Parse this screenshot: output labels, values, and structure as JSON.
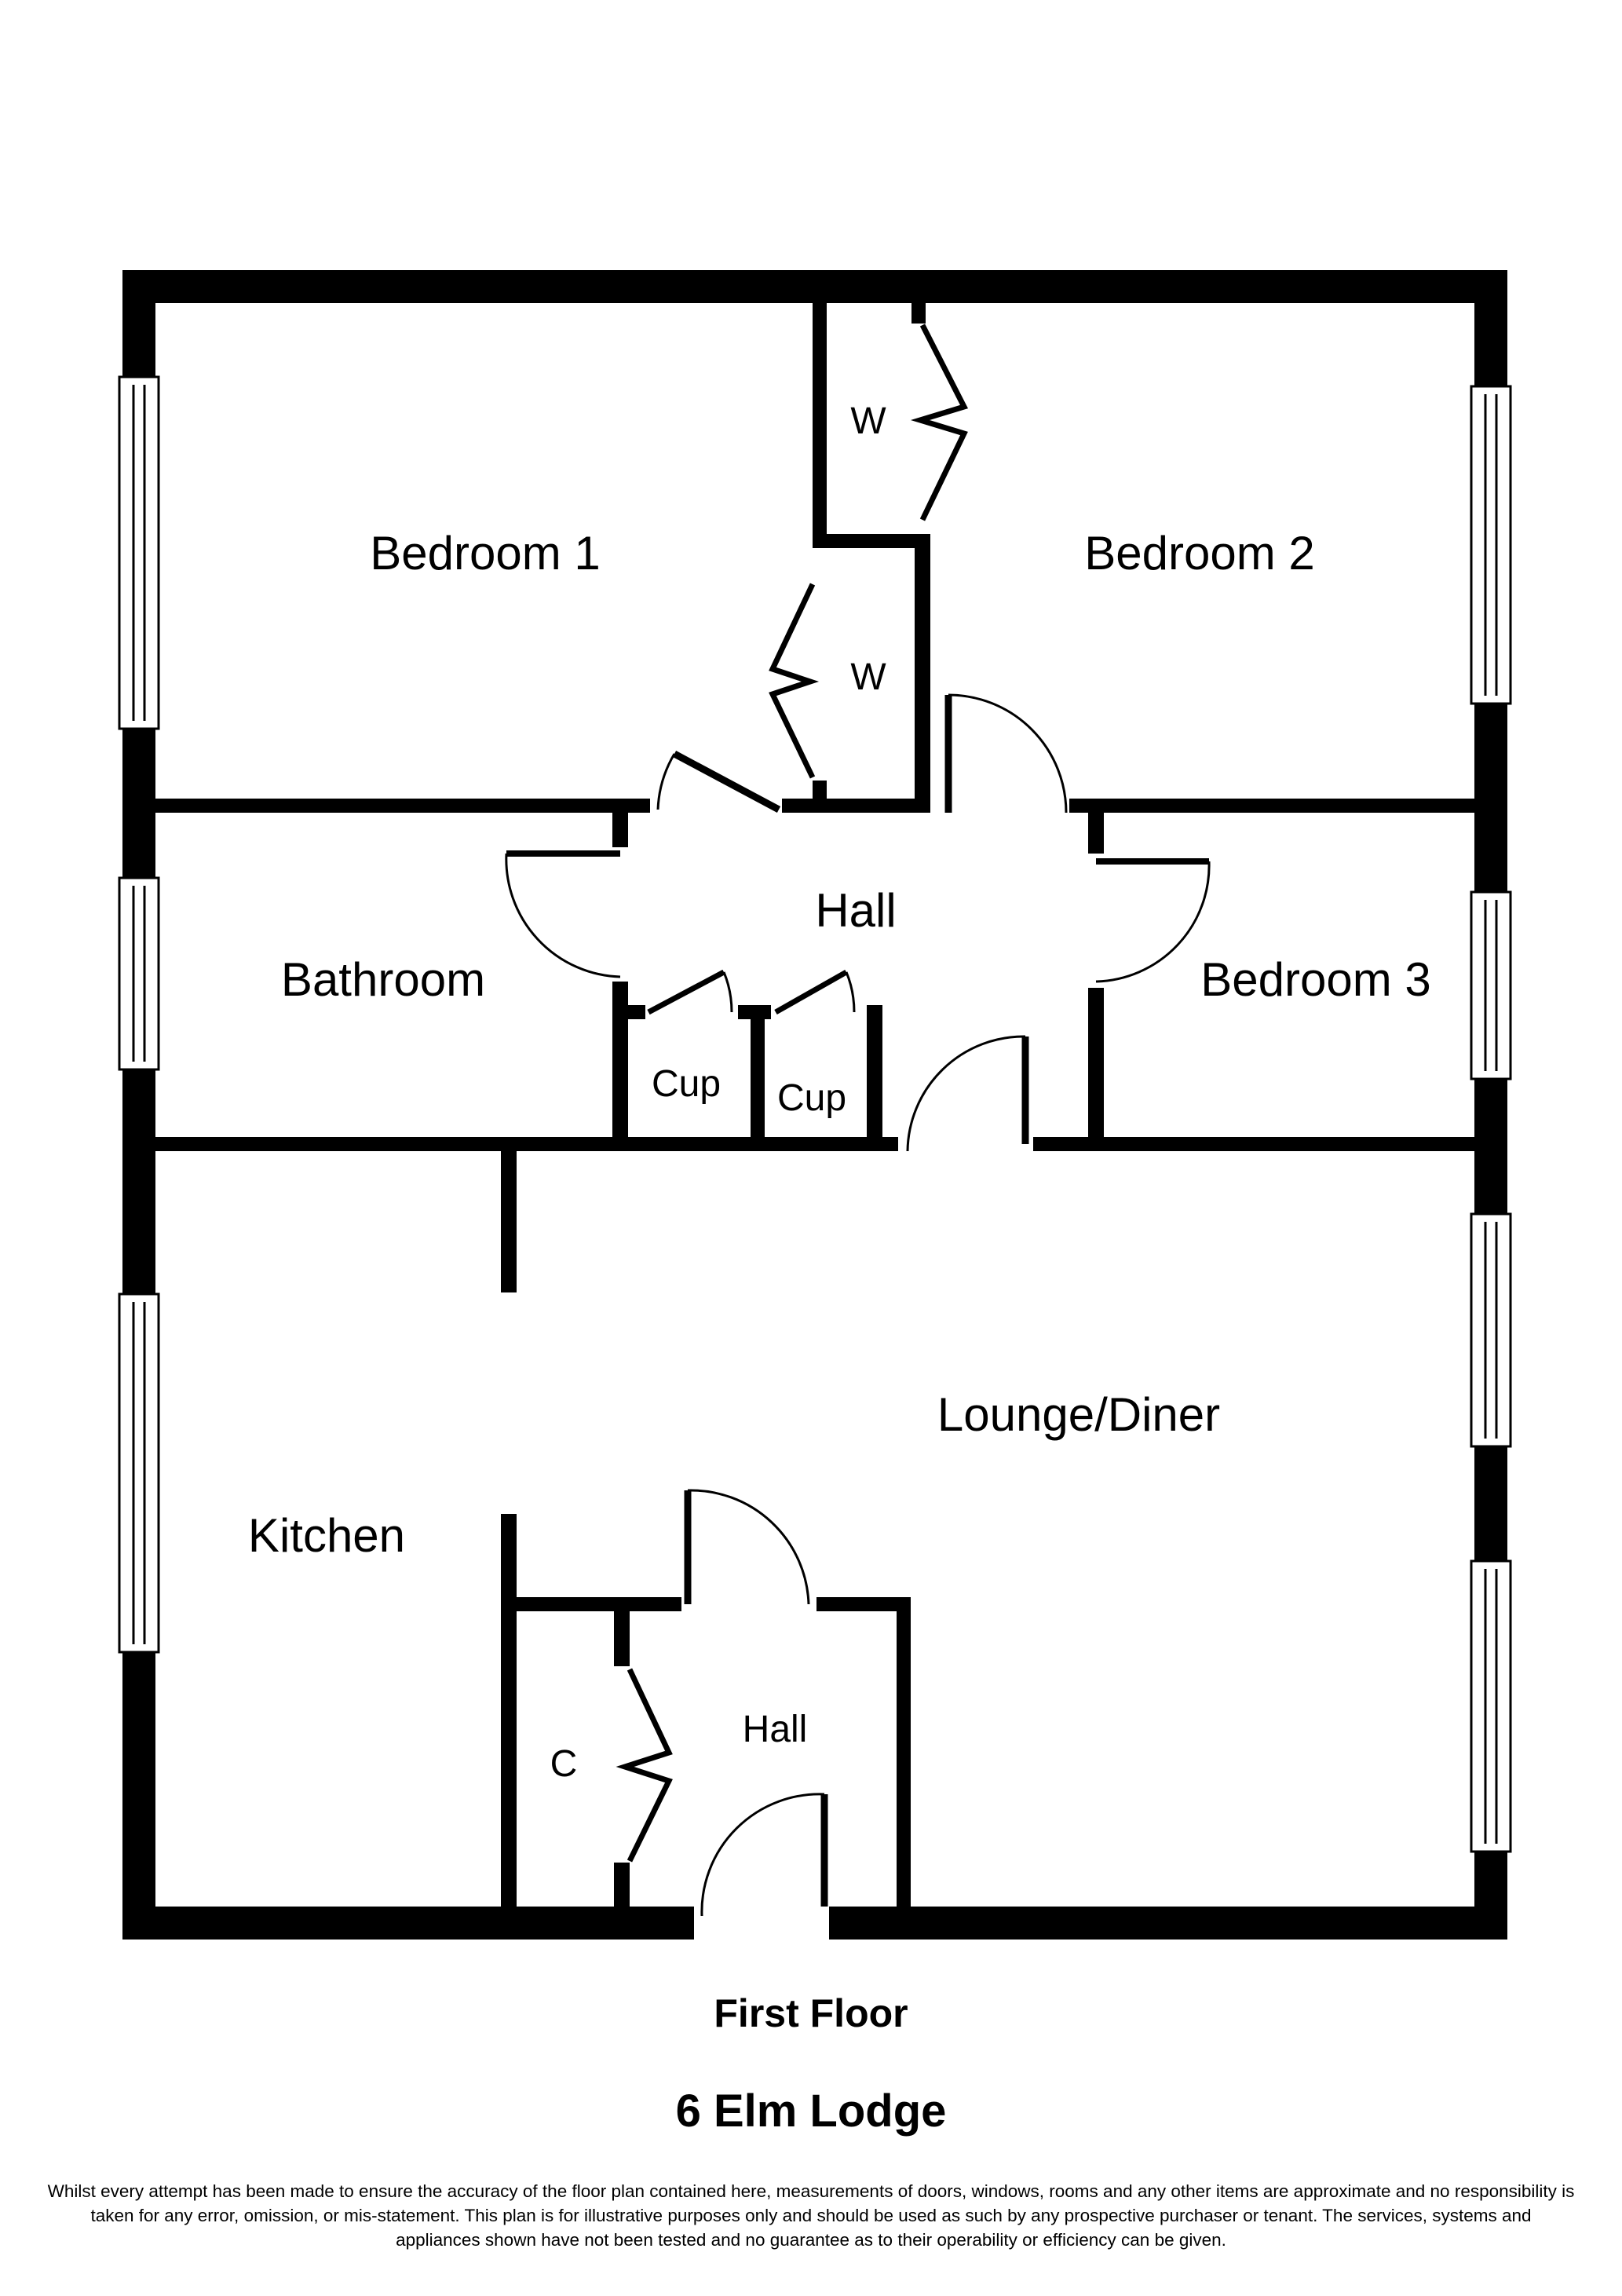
{
  "rooms": {
    "bedroom1": "Bedroom 1",
    "bedroom2": "Bedroom 2",
    "bedroom3": "Bedroom 3",
    "bathroom": "Bathroom",
    "hall_upper": "Hall",
    "lounge": "Lounge/Diner",
    "kitchen": "Kitchen",
    "hall_lower": "Hall",
    "wardrobe1": "W",
    "wardrobe2": "W",
    "cupboard1": "Cup",
    "cupboard2": "Cup",
    "cupboard3": "C"
  },
  "floor_name": "First Floor",
  "property_name": "6 Elm Lodge",
  "disclaimer": "Whilst every attempt has been made to ensure the accuracy of the floor plan contained here, measurements of doors, windows, rooms and any other items are approximate and no responsibility is taken for any error, omission, or mis-statement. This plan is for illustrative purposes only and should be used as such by any prospective purchaser or tenant. The services, systems and appliances shown have not been tested and no guarantee as to their operability or efficiency can be given."
}
